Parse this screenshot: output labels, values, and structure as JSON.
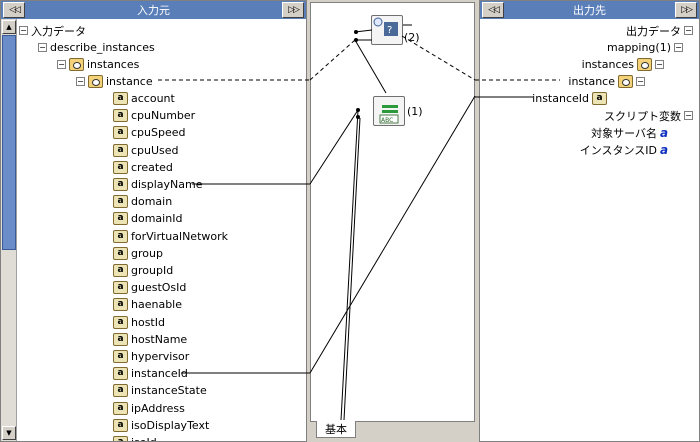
{
  "left_panel": {
    "title": "入力元",
    "collapse_btn": "◁◁",
    "expand_btn": "▷▷",
    "root": "入力データ",
    "describe": "describe_instances",
    "instances": "instances",
    "instance": "instance",
    "fields": [
      "account",
      "cpuNumber",
      "cpuSpeed",
      "cpuUsed",
      "created",
      "displayName",
      "domain",
      "domainId",
      "forVirtualNetwork",
      "group",
      "groupId",
      "guestOsId",
      "haenable",
      "hostId",
      "hostName",
      "hypervisor",
      "instanceId",
      "instanceState",
      "ipAddress",
      "isoDisplayText",
      "isoId"
    ]
  },
  "right_panel": {
    "title": "出力先",
    "collapse_btn": "◁◁",
    "expand_btn": "▷▷",
    "root": "出力データ",
    "mapping": "mapping(1)",
    "instances": "instances",
    "instance": "instance",
    "instance_id": "instanceId",
    "script_vars": "スクリプト変数",
    "var1": "対象サーバ名",
    "var2": "インスタンスID"
  },
  "center_panel": {
    "node2_label": "(2)",
    "node1_label": "(1)",
    "tab_label": "基本"
  },
  "icons": {
    "field": "string-field-icon",
    "object": "object-icon",
    "variable": "variable-icon"
  }
}
